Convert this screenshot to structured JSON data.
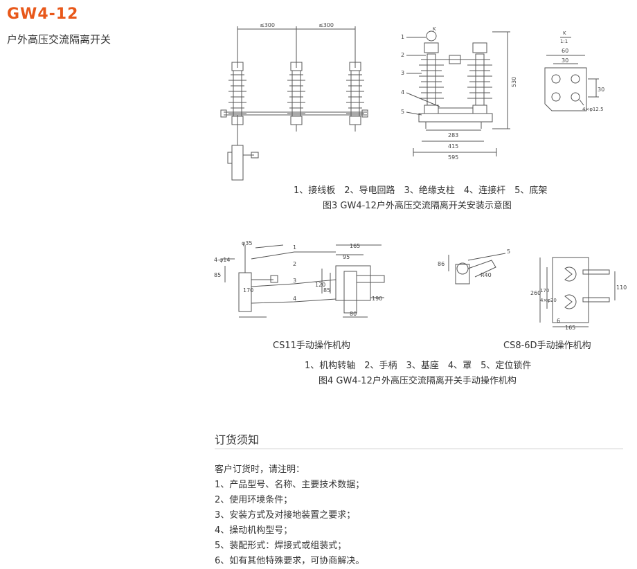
{
  "header": {
    "title": "GW4-12",
    "subtitle": "户外高压交流隔离开关"
  },
  "figure3": {
    "dims_top": [
      "≤300",
      "≤300"
    ],
    "side_callouts": [
      "1",
      "2",
      "3",
      "4",
      "5"
    ],
    "side_k": "K",
    "side_dims": [
      "283",
      "415",
      "595",
      "530"
    ],
    "detail_k": "K",
    "detail_scale": "1:1",
    "detail_dims": [
      "60",
      "30",
      "30",
      "4×φ12.5"
    ],
    "legend": "1、接线板　2、导电回路　3、绝缘支柱　4、连接杆　5、底架",
    "caption": "图3  GW4-12户外高压交流隔离开关安装示意图"
  },
  "figure4": {
    "cs11_dims": [
      "φ35",
      "4-φ14",
      "85",
      "170",
      "165",
      "95",
      "120",
      "85",
      "190",
      "80"
    ],
    "cs11_callouts": [
      "1",
      "2",
      "3",
      "4"
    ],
    "cs11_label": "CS11手动操作机构",
    "cs8_dims": [
      "86",
      "R40",
      "260",
      "170",
      "4×φ20",
      "110",
      "6",
      "165"
    ],
    "cs8_callouts": [
      "5"
    ],
    "cs8_label": "CS8-6D手动操作机构",
    "legend": "1、机构转轴　2、手柄　3、基座　4、罩　5、定位锁件",
    "caption": "图4  GW4-12户外高压交流隔离开关手动操作机构"
  },
  "order": {
    "heading": "订货须知",
    "intro": "客户订货时，请注明：",
    "items": [
      "1、产品型号、名称、主要技术数据；",
      "2、使用环境条件；",
      "3、安装方式及对接地装置之要求；",
      "4、操动机构型号；",
      "5、装配形式：焊接式或组装式；",
      "6、如有其他特殊要求，可协商解决。"
    ]
  }
}
